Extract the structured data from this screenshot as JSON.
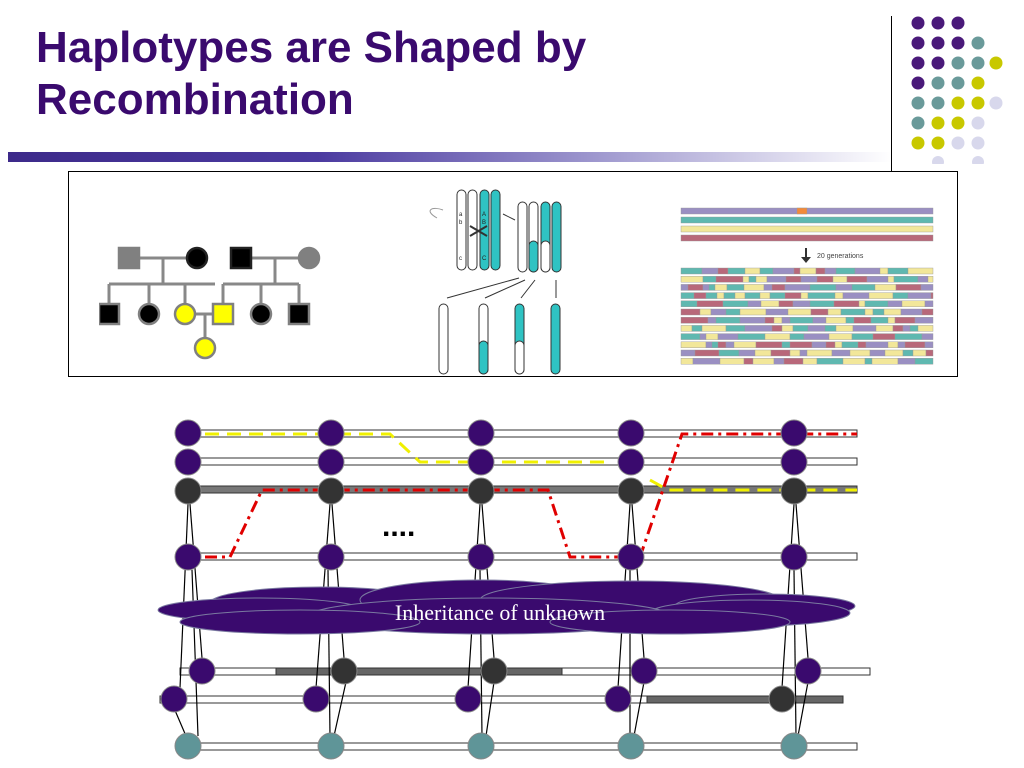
{
  "slide": {
    "title_line1": "Haplotypes are Shaped by",
    "title_line2": "Recombination"
  },
  "figure": {
    "chromosome_labels": [
      "a",
      "b",
      "A",
      "B",
      "c",
      "C"
    ],
    "population_caption": "20 generations"
  },
  "diagram": {
    "ellipsis": "....",
    "cloud_text": "Inheritance of unknown",
    "cloud_text_fragment": "…"
  },
  "colors": {
    "title": "#3a0a6e",
    "node_purple": "#3a0a6e",
    "node_dark": "#333333",
    "node_teal": "#5f9598",
    "haplotype_yellow": "#f0f000",
    "haplotype_red": "#e00000",
    "cloud": "#3a0a6e"
  }
}
